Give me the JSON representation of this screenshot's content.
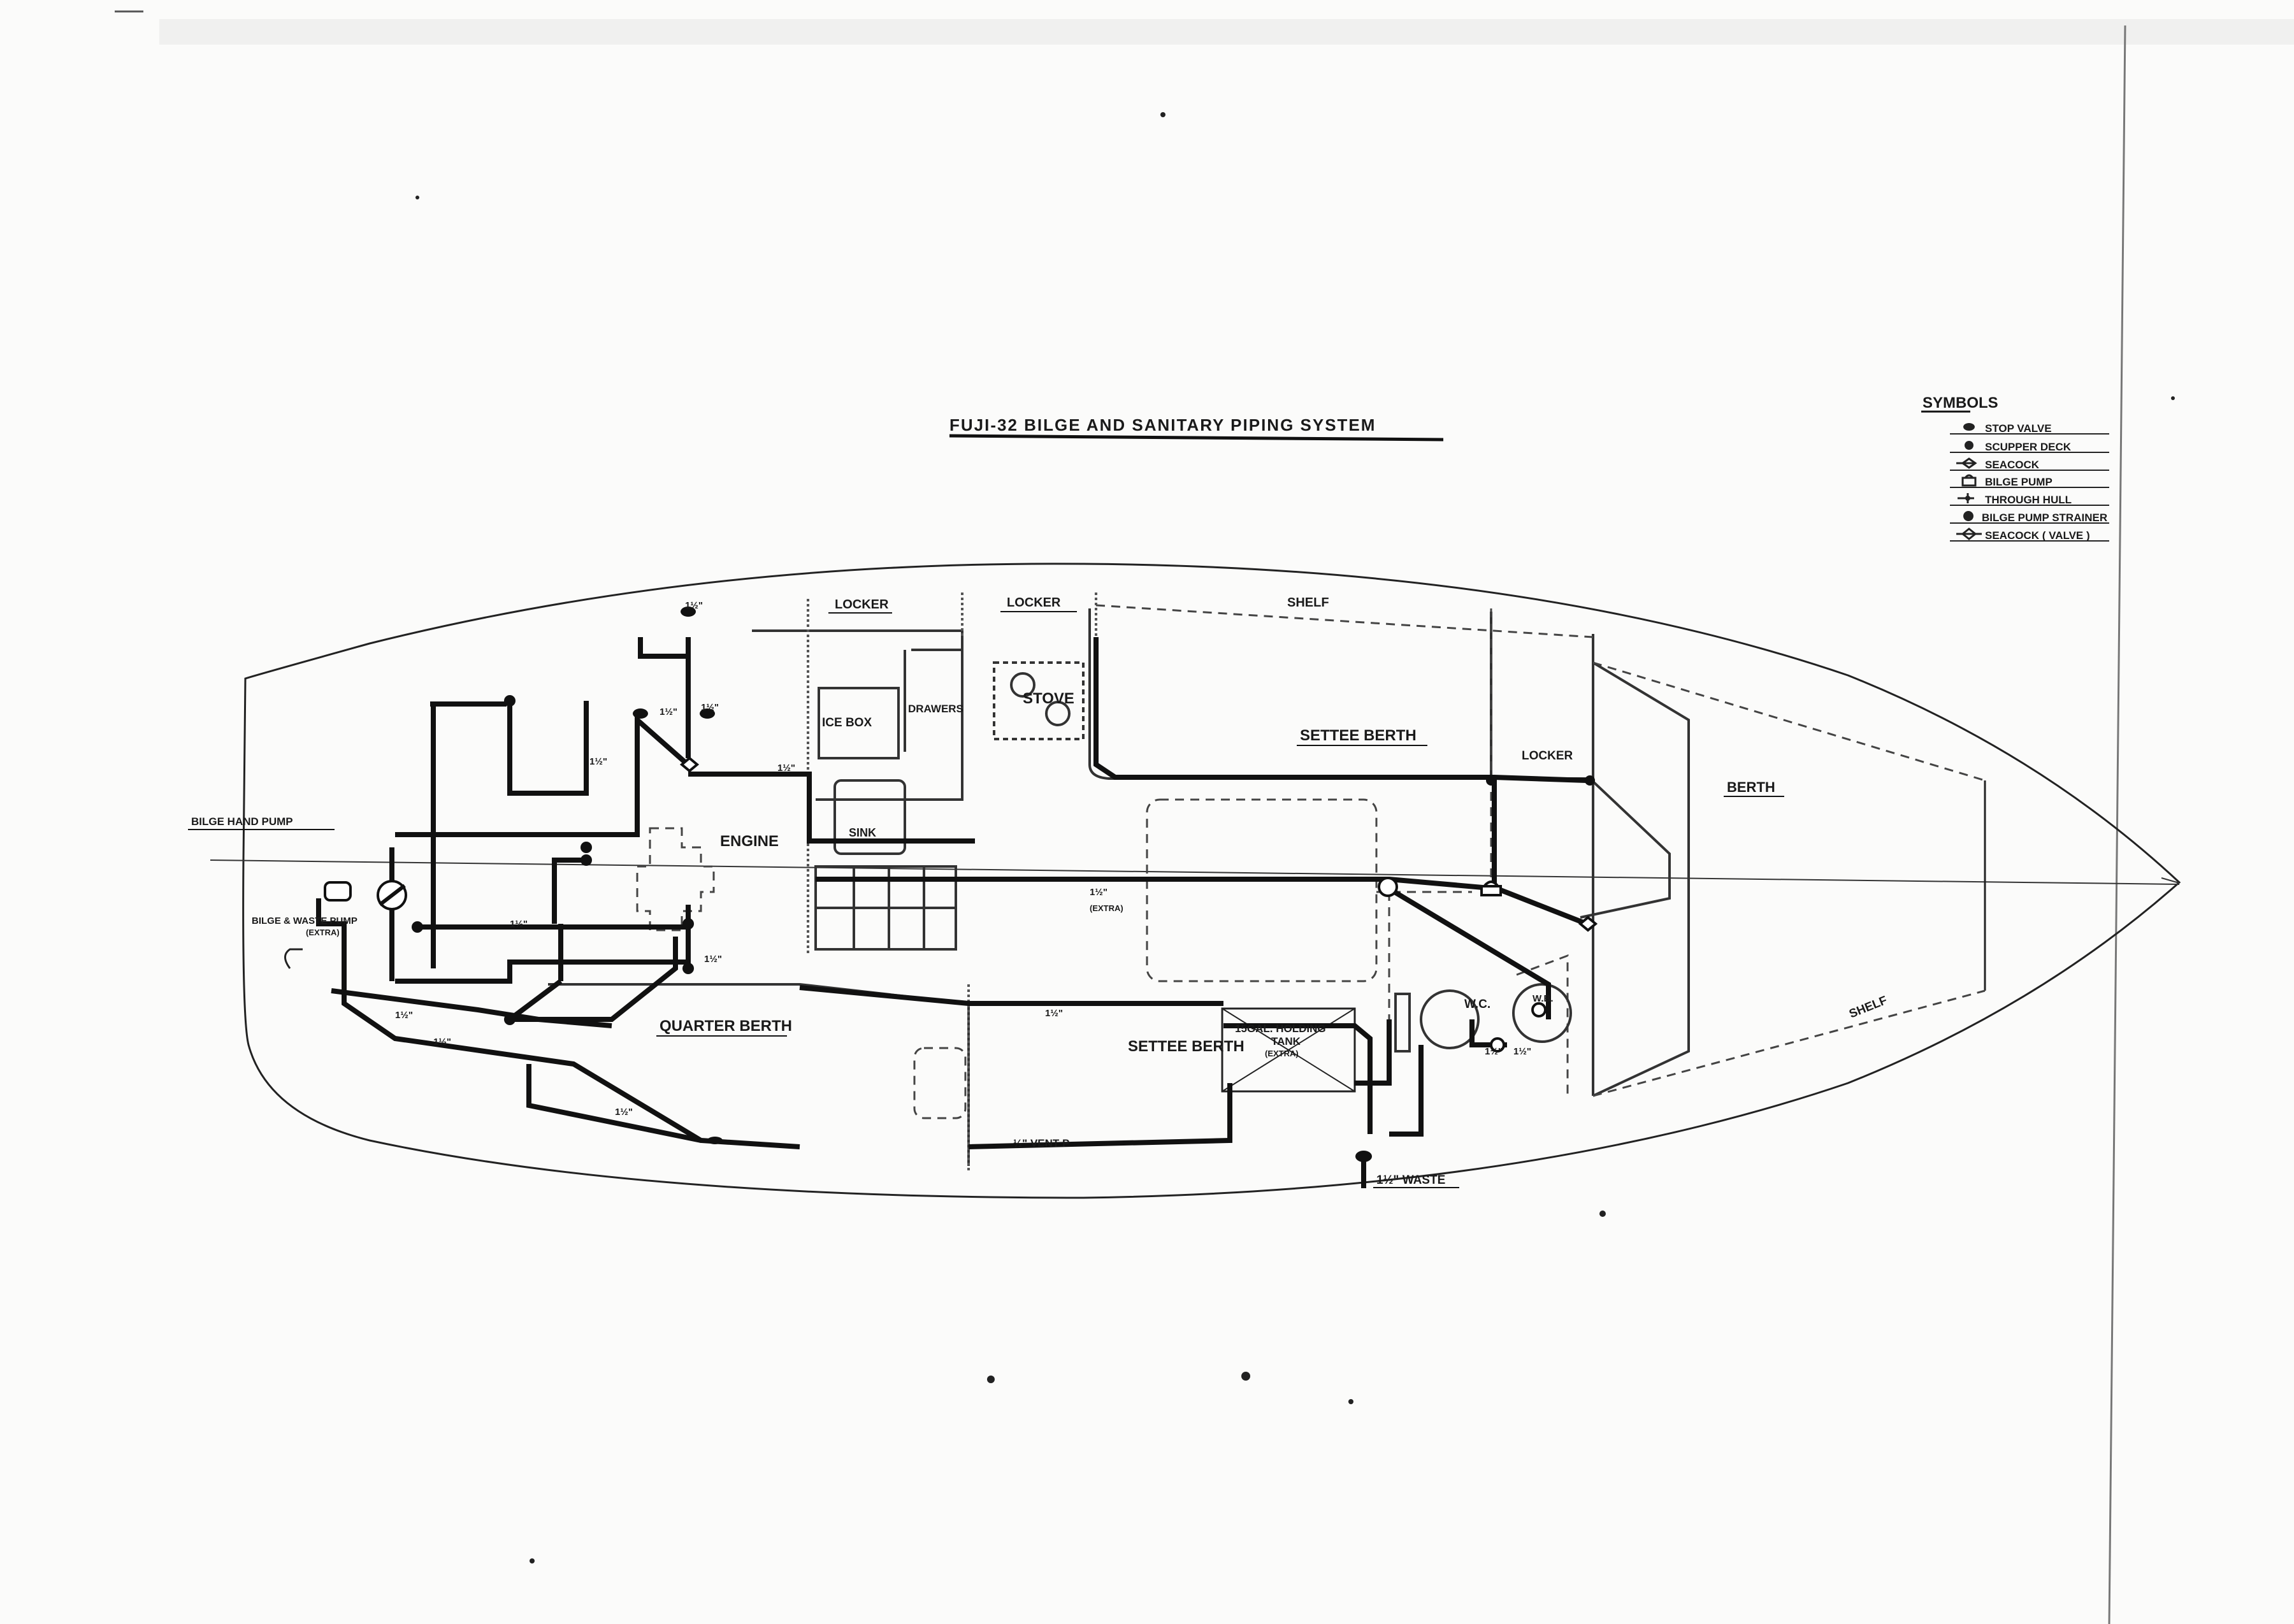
{
  "drawing": {
    "title": "FUJI-32  BILGE AND SANITARY PIPING SYSTEM"
  },
  "legend": {
    "heading": "SYMBOLS",
    "items": [
      {
        "icon": "stop-valve-icon",
        "label": "STOP  VALVE"
      },
      {
        "icon": "scupper-deck-icon",
        "label": "SCUPPER  DECK"
      },
      {
        "icon": "seacock-icon",
        "label": "SEACOCK"
      },
      {
        "icon": "bilge-pump-icon",
        "label": "BILGE  PUMP"
      },
      {
        "icon": "through-hull-icon",
        "label": "THROUGH  HULL"
      },
      {
        "icon": "bilge-pump-strainer-icon",
        "label": "BILGE PUMP STRAINER"
      },
      {
        "icon": "seacock-valve-icon",
        "label": "SEACOCK ( VALVE )"
      }
    ]
  },
  "labels": {
    "locker_aft": "LOCKER",
    "locker_mid": "LOCKER",
    "shelf_top": "SHELF",
    "ice_box": "ICE BOX",
    "drawers": "DRAWERS",
    "stove": "STOVE",
    "settee_berth_top": "SETTEE BERTH",
    "locker_fwd": "LOCKER",
    "berth": "BERTH",
    "sink": "SINK",
    "engine": "ENGINE",
    "bilge_hand_pump": "BILGE HAND PUMP",
    "bilge_waste_pump": "BILGE & WASTE PUMP",
    "bilge_waste_pump_note": "(EXTRA)",
    "quarter_berth": "QUARTER BERTH",
    "settee_berth_bottom": "SETTEE BERTH",
    "holding_tank_1": "15GAL. HOLDING",
    "holding_tank_2": "TANK",
    "holding_tank_note": "(EXTRA)",
    "wc": "W.C.",
    "wb": "W.B.",
    "shelf_bottom": "SHELF",
    "waste": "1½\" WASTE",
    "vent": "½\" VENT P",
    "extra_pipe": "(EXTRA)",
    "pipe_size_a": "1½\"",
    "pipe_size_b": "1½\"",
    "pipe_size_c": "1½\"",
    "pipe_size_d": "1½\"",
    "pipe_size_e": "1½\"",
    "pipe_size_f": "1½\"",
    "pipe_size_g": "1½\"",
    "pipe_size_h": "1½\"",
    "pipe_size_i": "1½\"",
    "pipe_size_j": "1½\"",
    "pipe_size_k": "1½\"",
    "pipe_size_l": "1½\"",
    "pipe_size_m": "1½\"",
    "pipe_size_n": "1½\""
  }
}
